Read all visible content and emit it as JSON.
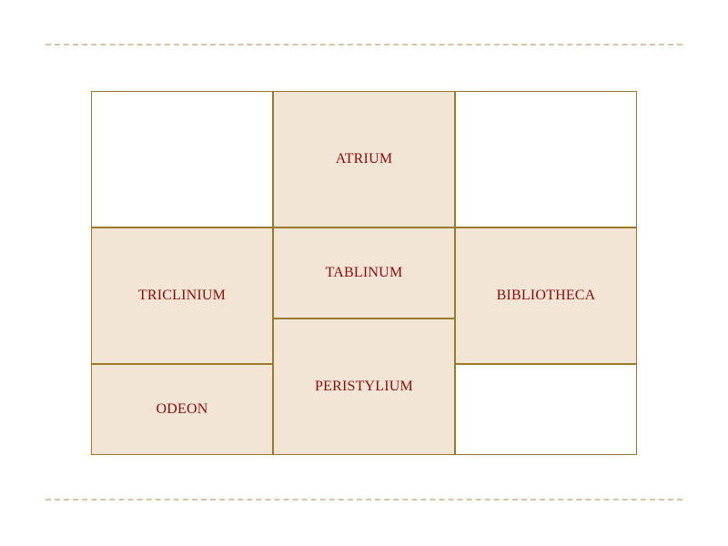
{
  "colors": {
    "room_fill": "#f3e5d5",
    "empty_fill": "#ffffff",
    "wall": "#9a7a2a",
    "label": "#8b0a0a",
    "rule": "#d8c4a4"
  },
  "rooms": {
    "atrium": "ATRIUM",
    "tablinum": "TABLINUM",
    "triclinium": "TRICLINIUM",
    "bibliotheca": "BIBLIOTHECA",
    "odeon": "ODEON",
    "peristylium": "PERISTYLIUM"
  }
}
